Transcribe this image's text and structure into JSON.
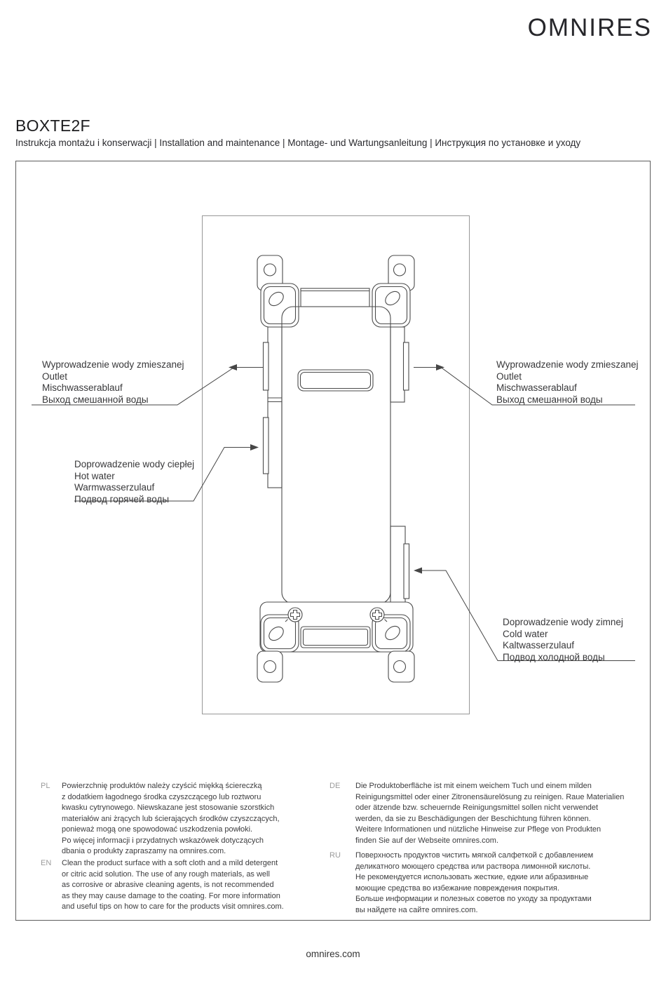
{
  "brand": {
    "logo": "OMNIRES"
  },
  "header": {
    "title": "BOXTE2F",
    "subtitle": "Instrukcja montażu i konserwacji | Installation and maintenance | Montage- und Wartungsanleitung | Инструкция по установке и уходу"
  },
  "diagram": {
    "labels": {
      "outlet_left": {
        "lines": [
          "Wyprowadzenie wody zmieszanej",
          "Outlet",
          "Mischwasserablauf",
          "Выход смешанной воды"
        ]
      },
      "outlet_right": {
        "lines": [
          "Wyprowadzenie wody zmieszanej",
          "Outlet",
          "Mischwasserablauf",
          "Выход смешанной воды"
        ]
      },
      "hot": {
        "lines": [
          "Doprowadzenie wody ciepłej",
          "Hot water",
          "Warmwasserzulauf",
          "Подвод горячей воды"
        ]
      },
      "cold": {
        "lines": [
          "Doprowadzenie wody zimnej",
          "Cold water",
          "Kaltwasserzulauf",
          "Подвод холодной воды"
        ]
      }
    }
  },
  "care": [
    {
      "code": "PL",
      "text": "Powierzchnię produktów należy czyścić miękką ściereczką\nz dodatkiem łagodnego środka czyszczącego lub roztworu\nkwasku cytrynowego. Niewskazane jest stosowanie szorstkich\nmateriałów ani żrących lub ścierających środków czyszczących,\nponieważ mogą one spowodować uszkodzenia powłoki.\nPo więcej informacji i przydatnych wskazówek dotyczących\ndbania o produkty zapraszamy na omnires.com."
    },
    {
      "code": "EN",
      "text": "Clean the product surface with a soft cloth and a mild detergent\nor citric acid solution. The use of any rough materials, as well\nas corrosive or abrasive cleaning agents, is not recommended\nas they may cause damage to the coating. For more information\nand useful tips on how to care for the products visit omnires.com."
    },
    {
      "code": "DE",
      "text": "Die Produktoberfläche ist mit einem weichem Tuch und einem milden\nReinigungsmittel oder einer Zitronensäurelösung zu reinigen. Raue Materialien\noder ätzende bzw. scheuernde Reinigungsmittel sollen nicht verwendet\nwerden, da sie zu Beschädigungen der Beschichtung führen können.\nWeitere Informationen und nützliche Hinweise zur Pflege von Produkten\nfinden Sie auf der Webseite omnires.com."
    },
    {
      "code": "RU",
      "text": "Поверхность продуктов чистить мягкой салфеткой с добавлением\nделикатного моющего средства или раствора лимонной кислоты.\nНе рекомендуется использовать жесткие, едкие или абразивные\nмоющие средства во избежание повреждения покрытия.\nБольше информации и полезных советов по уходу за продуктами\nвы найдете на сайте omnires.com."
    }
  ],
  "footer": {
    "website": "omnires.com"
  },
  "colors": {
    "ink": "#38383a",
    "drawing_line": "#4b4b4b",
    "frame_border": "#5d5d5d",
    "diagram_border": "#979797",
    "muted_code": "#9b9b9b",
    "background": "#ffffff"
  }
}
